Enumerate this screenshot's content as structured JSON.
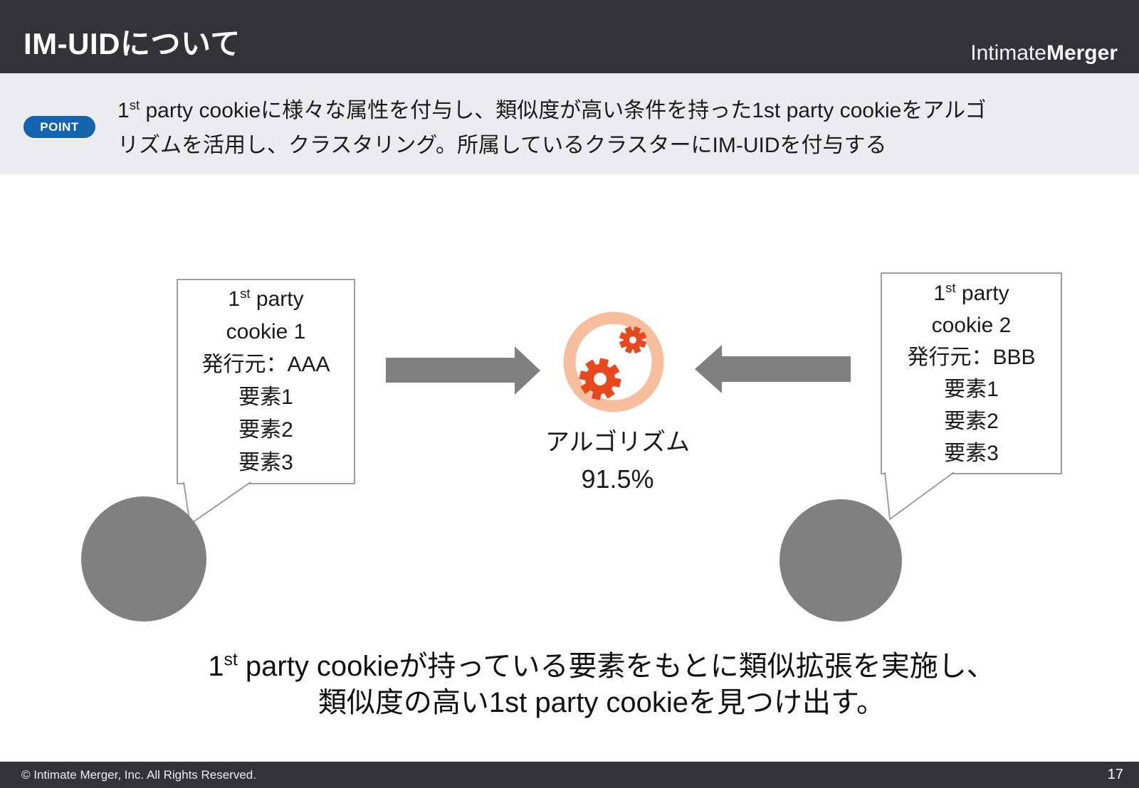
{
  "header": {
    "title": "IM-UIDについて",
    "logo": {
      "regular": "Intimate",
      "bold": "Merger"
    }
  },
  "point": {
    "badge": "POINT",
    "line1": {
      "num": "1",
      "sup": "st",
      "text": " party cookieに様々な属性を付与し、類似度が高い条件を持った1st party cookieをアルゴ"
    },
    "line2": "リズムを活用し、クラスタリング。所属しているクラスターにIM-UIDを付与する"
  },
  "diagram": {
    "left_box": {
      "line1": {
        "num": "1",
        "sup": "st",
        "text": " party"
      },
      "lines": [
        "cookie 1",
        "発行元：AAA",
        "要素1",
        "要素2",
        "要素3"
      ]
    },
    "right_box": {
      "line1": {
        "num": "1",
        "sup": "st",
        "text": " party"
      },
      "lines": [
        "cookie 2",
        "発行元：BBB",
        "要素1",
        "要素2",
        "要素3"
      ]
    },
    "center": {
      "icon": "gears-icon",
      "label": "アルゴリズム",
      "value": "91.5%"
    },
    "colors": {
      "arrow_gray": "#808080",
      "circle_gray": "#808080",
      "box_border": "#9e9e9e",
      "ring_salmon": "#f7be9d",
      "gear_orange": "#e8481e",
      "badge_blue": "#1463af",
      "header_dark": "#333337"
    }
  },
  "statement": {
    "line1": {
      "num": "1",
      "sup": "st",
      "text": " party cookieが持っている要素をもとに類似拡張を実施し、"
    },
    "line2": "類似度の高い1st party cookieを見つけ出す。"
  },
  "footer": {
    "copyright": "© Intimate Merger, Inc. All Rights Reserved.",
    "page": "17"
  }
}
